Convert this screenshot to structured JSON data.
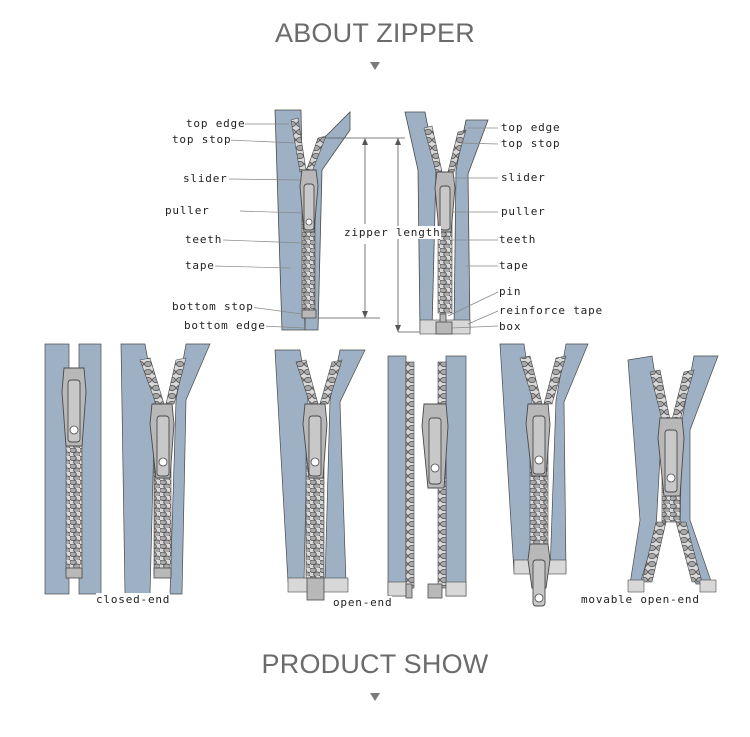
{
  "headings": {
    "about": "ABOUT ZIPPER",
    "product": "PRODUCT SHOW"
  },
  "labels": {
    "left": {
      "top_edge": "top edge",
      "top_stop": "top stop",
      "slider": "slider",
      "puller": "puller",
      "teeth": "teeth",
      "tape": "tape",
      "bottom_stop": "bottom stop",
      "bottom_edge": "bottom edge"
    },
    "center": {
      "zipper_length": "zipper length"
    },
    "right": {
      "top_edge": "top edge",
      "top_stop": "top stop",
      "slider": "slider",
      "puller": "puller",
      "teeth": "teeth",
      "tape": "tape",
      "pin": "pin",
      "reinforce_tape": "reinforce tape",
      "box": "box"
    }
  },
  "types": {
    "closed_end": "closed-end",
    "open_end": "open-end",
    "movable_open_end": "movable open-end"
  },
  "colors": {
    "tape": "#9db0c4",
    "teeth": "#a8a8a8",
    "metal": "#b8b8b8",
    "outline": "#4a4a4a",
    "reinforce": "#d8d8d8",
    "heading": "#6b6b6b"
  }
}
